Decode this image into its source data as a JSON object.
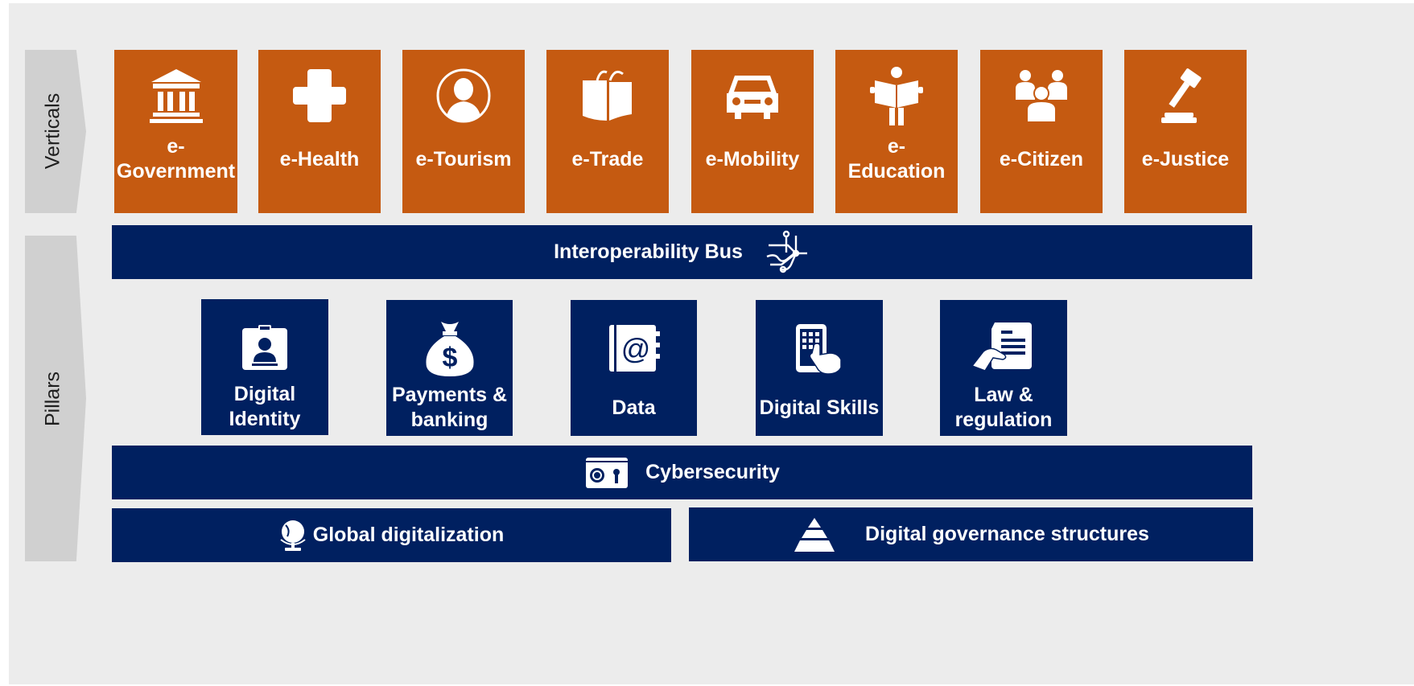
{
  "colors": {
    "background": "#ececec",
    "arrow": "#d0d0d0",
    "vertical_tile": "#c55a11",
    "pillar": "#002060",
    "text_light": "#ffffff"
  },
  "labels": {
    "verticals": "Verticals",
    "pillars": "Pillars"
  },
  "verticals": [
    {
      "label": "e-\nGovernment",
      "icon": "government-building-icon"
    },
    {
      "label": "e-Health",
      "icon": "medical-cross-icon"
    },
    {
      "label": "e-Tourism",
      "icon": "person-portrait-icon"
    },
    {
      "label": "e-Trade",
      "icon": "shopping-bag-icon"
    },
    {
      "label": "e-Mobility",
      "icon": "car-icon"
    },
    {
      "label": "e-Education",
      "icon": "reading-person-icon"
    },
    {
      "label": "e-Citizen",
      "icon": "people-group-icon"
    },
    {
      "label": "e-Justice",
      "icon": "gavel-icon"
    }
  ],
  "interoperability_bus": {
    "label": "Interoperability Bus",
    "icon": "network-nodes-icon"
  },
  "pillars": [
    {
      "label": "Digital\nIdentity",
      "icon": "id-badge-icon"
    },
    {
      "label": "Payments &\nbanking",
      "icon": "money-bag-icon"
    },
    {
      "label": "Data",
      "icon": "address-book-at-icon"
    },
    {
      "label": "Digital Skills",
      "icon": "tablet-touch-icon"
    },
    {
      "label": "Law &\nregulation",
      "icon": "document-hand-icon"
    }
  ],
  "cybersecurity": {
    "label": "Cybersecurity",
    "icon": "safe-lock-icon"
  },
  "global_digitalization": {
    "label": "Global digitalization",
    "icon": "globe-icon"
  },
  "digital_governance": {
    "label": "Digital governance structures",
    "icon": "pyramid-icon"
  }
}
